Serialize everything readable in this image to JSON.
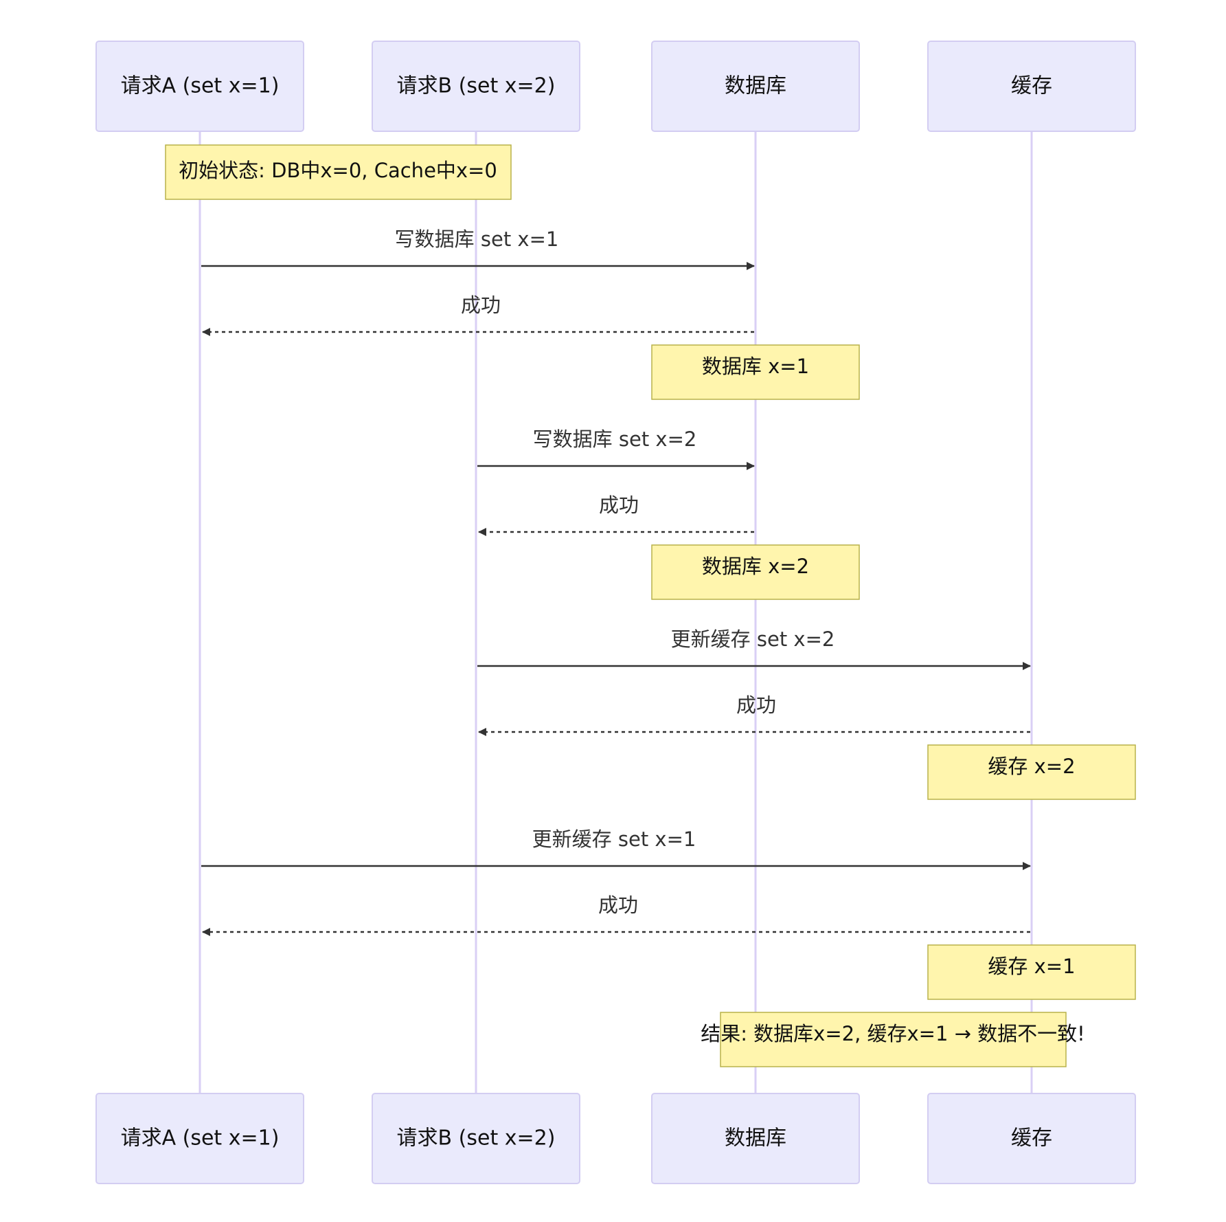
{
  "participants": [
    {
      "id": "A",
      "label": "请求A (set x=1)"
    },
    {
      "id": "B",
      "label": "请求B (set x=2)"
    },
    {
      "id": "DB",
      "label": "数据库"
    },
    {
      "id": "C",
      "label": "缓存"
    }
  ],
  "colors": {
    "actor_fill": "#eaeafc",
    "actor_stroke": "#d3cdf2",
    "lifeline": "#d9cff5",
    "note_fill": "#fff5ad",
    "note_stroke": "#b8b24a",
    "message_line": "#333333"
  },
  "events": [
    {
      "kind": "note",
      "text": "初始状态: DB中x=0, Cache中x=0"
    },
    {
      "kind": "message",
      "from": "A",
      "to": "DB",
      "style": "solid",
      "text": "写数据库 set x=1"
    },
    {
      "kind": "message",
      "from": "DB",
      "to": "A",
      "style": "dashed",
      "text": "成功"
    },
    {
      "kind": "note",
      "text": "数据库 x=1"
    },
    {
      "kind": "message",
      "from": "B",
      "to": "DB",
      "style": "solid",
      "text": "写数据库 set x=2"
    },
    {
      "kind": "message",
      "from": "DB",
      "to": "B",
      "style": "dashed",
      "text": "成功"
    },
    {
      "kind": "note",
      "text": "数据库 x=2"
    },
    {
      "kind": "message",
      "from": "B",
      "to": "C",
      "style": "solid",
      "text": "更新缓存 set x=2"
    },
    {
      "kind": "message",
      "from": "C",
      "to": "B",
      "style": "dashed",
      "text": "成功"
    },
    {
      "kind": "note",
      "text": "缓存 x=2"
    },
    {
      "kind": "message",
      "from": "A",
      "to": "C",
      "style": "solid",
      "text": "更新缓存 set x=1"
    },
    {
      "kind": "message",
      "from": "C",
      "to": "A",
      "style": "dashed",
      "text": "成功"
    },
    {
      "kind": "note",
      "text": "缓存 x=1"
    },
    {
      "kind": "note",
      "text": "结果: 数据库x=2, 缓存x=1 → 数据不一致!"
    }
  ]
}
